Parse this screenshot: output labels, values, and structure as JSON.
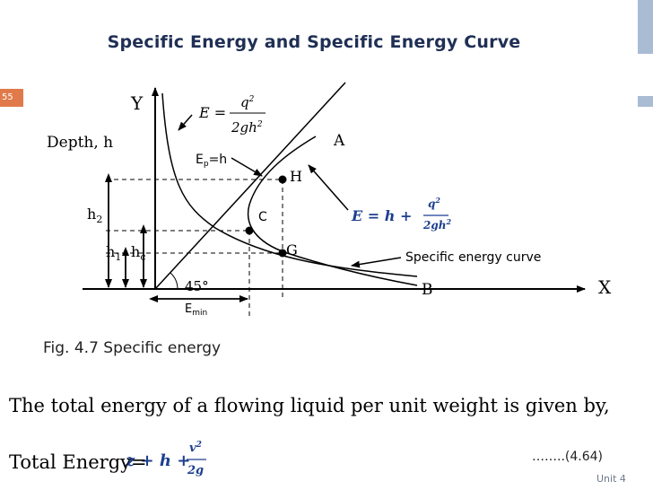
{
  "slide": {
    "title": "Specific Energy and Specific Energy Curve",
    "number": "55",
    "footer": "Unit 4",
    "accent_color": "#a9bcd3",
    "badge_color": "#e07a4a"
  },
  "diagram": {
    "y_axis": "Y",
    "x_axis": "X",
    "depth_label": "Depth, h",
    "point_a": "A",
    "point_b": "B",
    "point_h": "H",
    "point_c": "C",
    "point_g": "G",
    "h2": "h",
    "h2_sub": "2",
    "h1": "h",
    "h1_sub": "1",
    "hc": "h",
    "hc_sub": "c",
    "angle": "45°",
    "emin": "E",
    "emin_sub": "min",
    "ep_label": "E",
    "ep_sub": "p",
    "ep_rest": "=h",
    "formula_lhs": "E =",
    "formula_num": "q",
    "formula_num_exp": "2",
    "formula_den": "2gh",
    "formula_den_exp": "2",
    "specific_energy_eq_lhs": "E = h +",
    "specific_energy_eq_num": "q",
    "specific_energy_eq_num_exp": "2",
    "specific_energy_eq_den": "2gh",
    "specific_energy_eq_den_exp": "2",
    "curve_label": "Specific energy curve"
  },
  "caption": "Fig. 4.7 Specific energy",
  "body": {
    "sentence": "The total energy of a flowing liquid per unit weight is given by,",
    "total_label": "Total Energy=",
    "eq_terms": "z + h +",
    "eq_num": "v",
    "eq_num_exp": "2",
    "eq_den": "2g",
    "eq_number": "……..(4.64)"
  }
}
